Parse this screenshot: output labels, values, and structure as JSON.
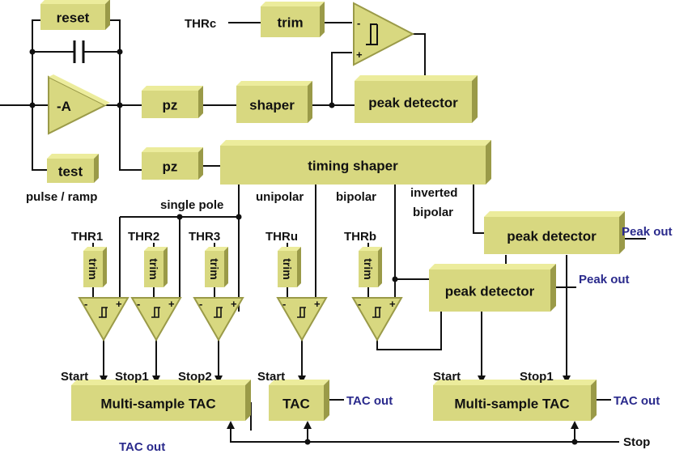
{
  "blocks": {
    "reset": "reset",
    "amp": "-A",
    "test": "test",
    "pz_top": "pz",
    "pz_bottom": "pz",
    "shaper": "shaper",
    "trim_top": "trim",
    "peak_detector_top": "peak detector",
    "timing_shaper": "timing shaper",
    "peak_detector_right_1": "peak detector",
    "peak_detector_right_2": "peak detector",
    "trim_1": "trim",
    "trim_2": "trim",
    "trim_3": "trim",
    "trim_u": "trim",
    "trim_b": "trim",
    "tac_left": "Multi-sample TAC",
    "tac_mid": "TAC",
    "tac_right": "Multi-sample TAC"
  },
  "labels": {
    "thrc": "THRc",
    "pulse_ramp": "pulse / ramp",
    "single_pole": "single pole",
    "unipolar": "unipolar",
    "bipolar": "bipolar",
    "inverted_1": "inverted",
    "inverted_2": "bipolar",
    "thr1": "THR1",
    "thr2": "THR2",
    "thr3": "THR3",
    "thru": "THRu",
    "thrb": "THRb",
    "start_left": "Start",
    "stop1_left": "Stop1",
    "stop2_left": "Stop2",
    "start_mid": "Start",
    "start_right": "Start",
    "stop1_right": "Stop1",
    "stop": "Stop",
    "minus": "-",
    "plus": "+"
  },
  "outputs": {
    "peak_out_1": "Peak out",
    "peak_out_2": "Peak out",
    "tac_out_left": "TAC out",
    "tac_out_mid": "TAC out",
    "tac_out_right": "TAC out"
  },
  "colors": {
    "block_face": "#d8d880",
    "block_top": "#ecec9c",
    "block_side": "#9a9a48",
    "wire": "#111111",
    "output_text": "#2a2a8c"
  }
}
